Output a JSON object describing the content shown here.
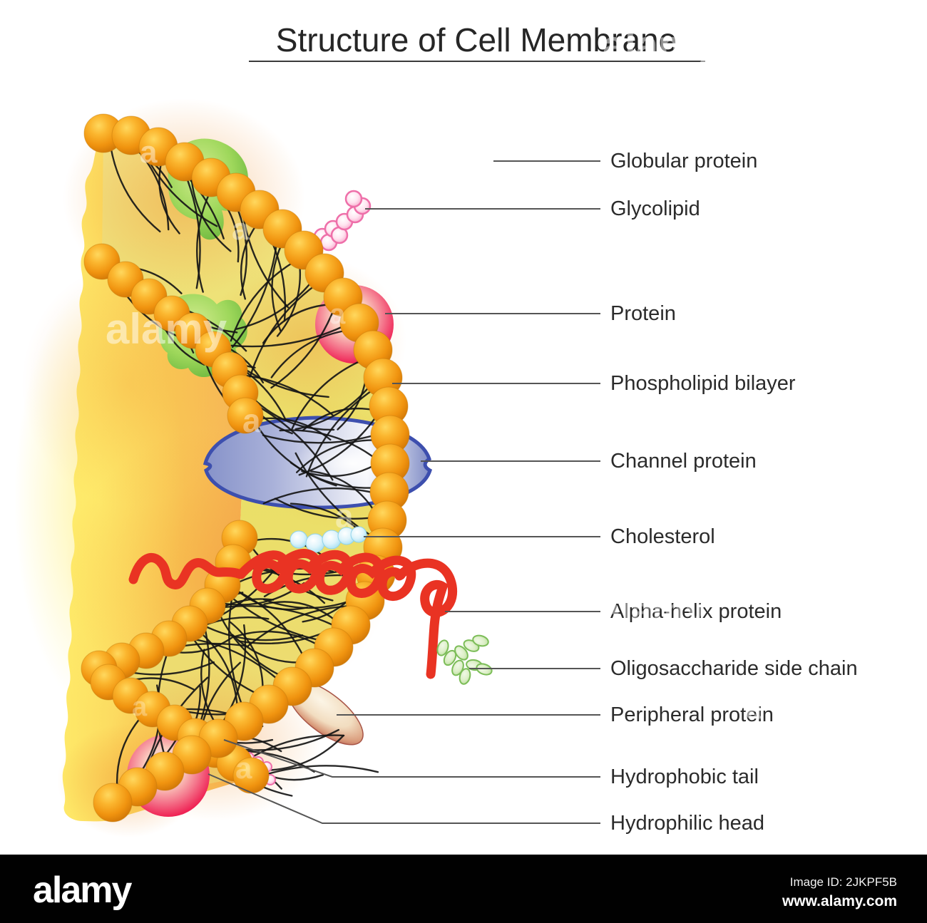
{
  "title": {
    "text": "Structure of Cell Membrane"
  },
  "labels": [
    {
      "id": "globular-protein",
      "text": "Globular protein"
    },
    {
      "id": "glycolipid",
      "text": "Glycolipid"
    },
    {
      "id": "protein",
      "text": "Protein"
    },
    {
      "id": "phospholipid-bilayer",
      "text": "Phospholipid bilayer"
    },
    {
      "id": "channel-protein",
      "text": "Channel protein"
    },
    {
      "id": "cholesterol",
      "text": "Cholesterol"
    },
    {
      "id": "alpha-helix-protein",
      "text": "Alpha-helix protein"
    },
    {
      "id": "oligosaccharide-side-chain",
      "text": "Oligosaccharide side chain"
    },
    {
      "id": "peripheral-protein",
      "text": "Peripheral protein"
    },
    {
      "id": "hydrophobic-tail",
      "text": "Hydrophobic tail"
    },
    {
      "id": "hydrophilic-head",
      "text": "Hydrophilic head"
    }
  ],
  "watermark": {
    "word": "alamy",
    "letter": "a"
  },
  "footer": {
    "logo": "alamy",
    "image_id": "Image ID: 2JKPF5B",
    "url": "www.alamy.com"
  },
  "colors": {
    "background": "#FFFFFF",
    "head_orange": "#F29B1D",
    "band_yellow": "#EAE066",
    "cytoplasm_yellow": "#FACD59",
    "accent_orange": "#F08F2E",
    "globular_green": "#8FCE52",
    "channel_blue": "#4D5DB4",
    "helix_red": "#E93323",
    "glycolipid_pink": "#EE6FA9",
    "cholesterol_blue": "#BFE9F6",
    "protein_pink": "#EF2355",
    "peripheral_cream": "#F2DDC0",
    "oligosaccharide_green": "#7CBD58",
    "label_text": "#2B2B2B",
    "leader_line": "#555555",
    "footer_bg": "#000000",
    "footer_text": "#FFFFFF"
  }
}
